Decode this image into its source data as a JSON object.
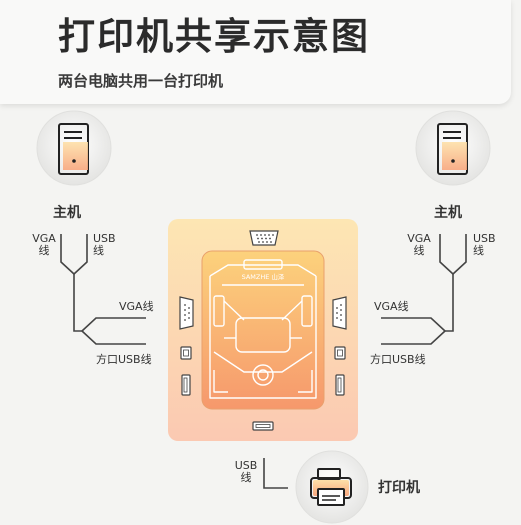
{
  "header": {
    "title": "打印机共享示意图",
    "subtitle": "两台电脑共用一台打印机"
  },
  "left_host": {
    "label": "主机",
    "cable_labels": {
      "vga_top": "VGA",
      "vga_bottom": "线",
      "usb_top": "USB",
      "usb_bottom": "线"
    },
    "branch_labels": {
      "vga": "VGA线",
      "usb": "方口USB线"
    }
  },
  "right_host": {
    "label": "主机",
    "cable_labels": {
      "vga_top": "VGA",
      "vga_bottom": "线",
      "usb_top": "USB",
      "usb_bottom": "线"
    },
    "branch_labels": {
      "vga": "VGA线",
      "usb": "方口USB线"
    }
  },
  "switch": {
    "brand": "SAMZHE 山泽",
    "accent_top": "#fbd77a",
    "accent_bottom": "#f59a6a"
  },
  "printer": {
    "label": "打印机",
    "cable_top": "USB",
    "cable_bottom": "线"
  },
  "icons": [
    "computer-tower-icon",
    "printer-icon",
    "vga-port-icon",
    "usb-port-icon"
  ]
}
